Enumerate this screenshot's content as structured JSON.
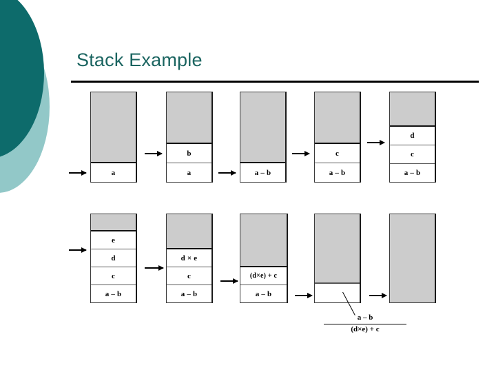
{
  "slide": {
    "title": "Stack Example",
    "title_color": "#1a6460",
    "background_color": "#ffffff",
    "rule_color": "#000000",
    "decor": {
      "dark_blob_color": "#0d6b6b",
      "light_blob_color": "#92c8c8"
    }
  },
  "diagram": {
    "stack_fill_color": "#cccccc",
    "cell_fill_color": "#ffffff",
    "border_color": "#3a3a3a",
    "rows": [
      {
        "name": "top-row",
        "stacks": [
          {
            "id": "stack-1",
            "cells": [
              "a"
            ],
            "arrow_target": "a"
          },
          {
            "id": "stack-2",
            "cells": [
              "b",
              "a"
            ],
            "arrow_target": "b"
          },
          {
            "id": "stack-3",
            "cells": [
              "a – b"
            ],
            "arrow_target": "a – b"
          },
          {
            "id": "stack-4",
            "cells": [
              "c",
              "a – b"
            ],
            "arrow_target": "c"
          },
          {
            "id": "stack-5",
            "cells": [
              "d",
              "c",
              "a – b"
            ],
            "arrow_target": "d"
          }
        ]
      },
      {
        "name": "bottom-row",
        "stacks": [
          {
            "id": "stack-6",
            "cells": [
              "e",
              "d",
              "c",
              "a – b"
            ],
            "arrow_target": "e"
          },
          {
            "id": "stack-7",
            "cells": [
              "d × e",
              "c",
              "a – b"
            ],
            "arrow_target": "d × e"
          },
          {
            "id": "stack-8",
            "cells": [
              "(d×e) + c",
              "a – b"
            ],
            "arrow_target": "(d×e) + c"
          },
          {
            "id": "stack-9",
            "cells": [
              ""
            ],
            "arrow_target": ""
          },
          {
            "id": "stack-10",
            "cells": [],
            "arrow_target": ""
          }
        ]
      }
    ],
    "annotation": {
      "numerator": "a – b",
      "denominator": "(d×e) + c"
    }
  }
}
